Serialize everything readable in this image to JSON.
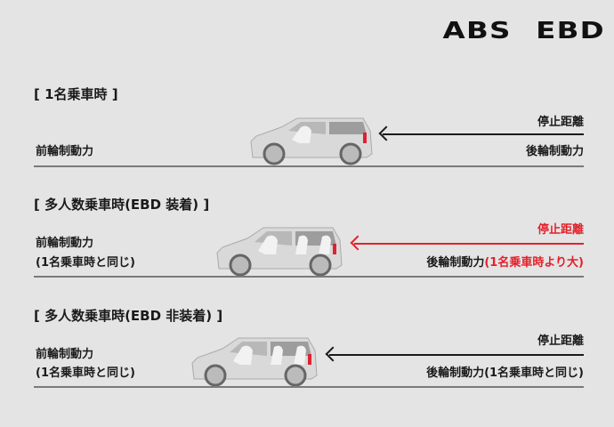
{
  "header": {
    "logos": [
      "ABS",
      "EBD"
    ]
  },
  "colors": {
    "background": "#e4e4e5",
    "text": "#1a1a1a",
    "accent_red": "#e3212a",
    "ground": "#7a7a7a",
    "car_body": "#d8d8d8"
  },
  "sections": [
    {
      "title": "[ 1名乗車時 ]",
      "front_label_1": "前輪制動力",
      "front_label_2": "",
      "stop_label": "停止距離",
      "rear_label": "後輪制動力",
      "rear_note": "",
      "occupants": 1,
      "highlight": false
    },
    {
      "title": "[ 多人数乗車時(EBD 装着) ]",
      "front_label_1": "前輪制動力",
      "front_label_2": "(1名乗車時と同じ)",
      "stop_label": "停止距離",
      "rear_label": "後輪制動力",
      "rear_note": "(1名乗車時より大)",
      "occupants": 3,
      "highlight": true
    },
    {
      "title": "[ 多人数乗車時(EBD 非装着) ]",
      "front_label_1": "前輪制動力",
      "front_label_2": "(1名乗車時と同じ)",
      "stop_label": "停止距離",
      "rear_label": "後輪制動力(1名乗車時と同じ)",
      "rear_note": "",
      "occupants": 3,
      "highlight": false
    }
  ]
}
